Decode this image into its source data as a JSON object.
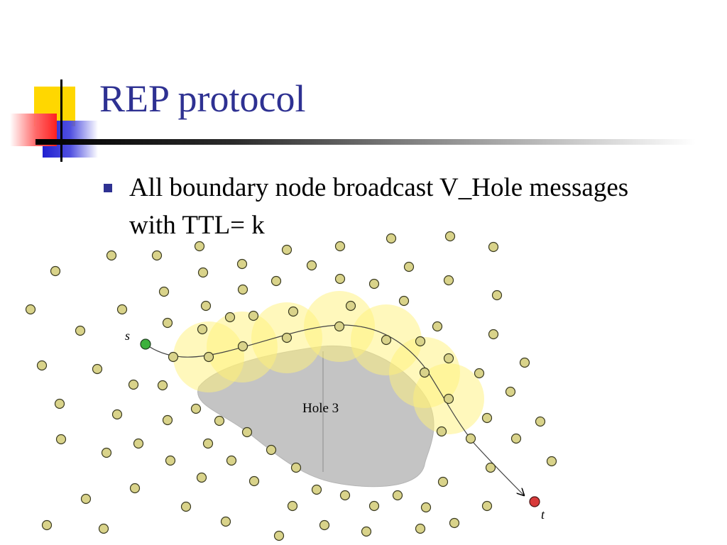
{
  "slide": {
    "title": "REP protocol",
    "bullets": [
      {
        "text": "All boundary node broadcast V_Hole messages with TTL= k"
      }
    ]
  },
  "diagram": {
    "hole_label": "Hole 3",
    "source_label": "s",
    "target_label": "t"
  },
  "colors": {
    "title": "#2e3192",
    "bullet": "#2e3192",
    "node_fill": "#d9d38a",
    "node_stroke": "#3a3a20",
    "source_node": "#3cb13c",
    "target_node": "#d83a3a",
    "hole_fill": "#c4c4c4",
    "broadcast_disc": "#fff27a"
  }
}
